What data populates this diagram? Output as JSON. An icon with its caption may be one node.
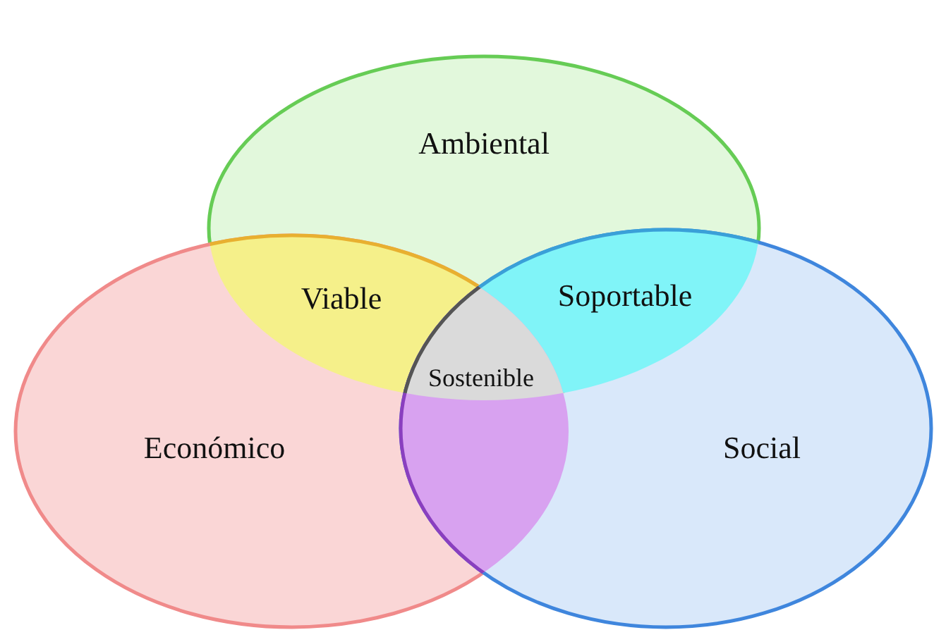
{
  "diagram": {
    "nodes": [
      {
        "text": [
          "Ambiental"
        ]
      },
      {
        "text": [
          "Económico"
        ]
      },
      {
        "text": [
          "Social"
        ]
      },
      {
        "text": [
          "Viable"
        ]
      },
      {
        "text": [
          "Soportable"
        ]
      },
      {
        "text": [
          "Sostenible"
        ]
      }
    ]
  }
}
